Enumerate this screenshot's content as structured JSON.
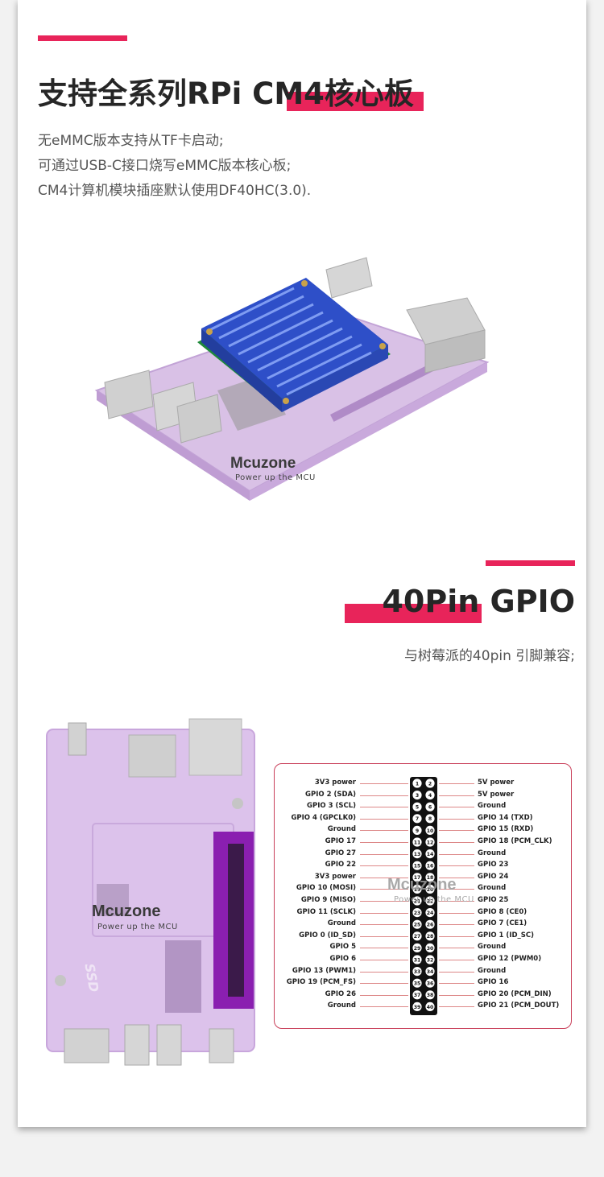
{
  "section1": {
    "title": "支持全系列RPi CM4核心板",
    "lines": [
      "无eMMC版本支持从TF卡启动;",
      "可通过USB-C接口烧写eMMC版本核心板;",
      "CM4计算机模块插座默认使用DF40HC(3.0)."
    ],
    "image_watermark": "Mcuzone",
    "image_watermark_sub": "Power up the MCU"
  },
  "section2": {
    "title": "40Pin GPIO",
    "line": "与树莓派的40pin 引脚兼容;",
    "board_watermark": "Mcuzone",
    "board_watermark_sub": "Power up the MCU",
    "board_ssd_label": "SSD"
  },
  "pinout": {
    "left": [
      "3V3 power",
      "GPIO 2 (SDA)",
      "GPIO 3 (SCL)",
      "GPIO 4 (GPCLK0)",
      "Ground",
      "GPIO 17",
      "GPIO 27",
      "GPIO 22",
      "3V3 power",
      "GPIO 10 (MOSI)",
      "GPIO 9 (MISO)",
      "GPIO 11 (SCLK)",
      "Ground",
      "GPIO 0 (ID_SD)",
      "GPIO 5",
      "GPIO 6",
      "GPIO 13 (PWM1)",
      "GPIO 19 (PCM_FS)",
      "GPIO 26",
      "Ground"
    ],
    "right": [
      "5V power",
      "5V power",
      "Ground",
      "GPIO 14 (TXD)",
      "GPIO 15 (RXD)",
      "GPIO 18 (PCM_CLK)",
      "Ground",
      "GPIO 23",
      "GPIO 24",
      "Ground",
      "GPIO 25",
      "GPIO 8 (CE0)",
      "GPIO 7 (CE1)",
      "GPIO 1 (ID_SC)",
      "Ground",
      "GPIO 12 (PWM0)",
      "Ground",
      "GPIO 16",
      "GPIO 20 (PCM_DIN)",
      "GPIO 21 (PCM_DOUT)"
    ],
    "watermark": "Mcuzone",
    "watermark_sub": "Power up the MCU"
  },
  "colors": {
    "accent": "#e8245a",
    "heatsink": "#2e4fc8",
    "board": "#c79bdc"
  }
}
